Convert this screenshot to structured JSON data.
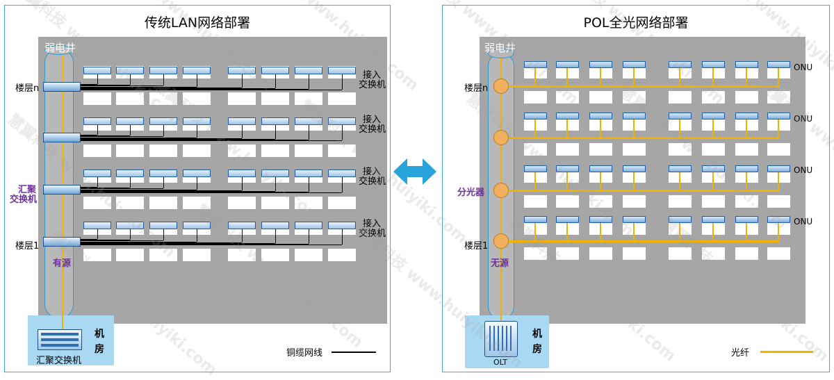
{
  "left": {
    "title": "传统LAN网络部署",
    "shaft_label": "弱电井",
    "floor_top": "楼层n",
    "floor_bottom": "楼层1",
    "aggregation_label": "汇聚\n交换机",
    "aggregation_line1": "汇聚",
    "aggregation_line2": "交换机",
    "power_label": "有源",
    "access_line1": "接入",
    "access_line2": "交换机",
    "room_line1": "机",
    "room_line2": "房",
    "room_device_label": "汇聚交换机",
    "legend_label": "铜缆网线"
  },
  "right": {
    "title": "POL全光网络部署",
    "shaft_label": "弱电井",
    "floor_top": "楼层n",
    "floor_bottom": "楼层1",
    "splitter_label": "分光器",
    "power_label": "无源",
    "onu_label": "ONU",
    "room_line1": "机",
    "room_line2": "房",
    "olt_label": "OLT",
    "legend_label": "光纤"
  },
  "watermark": "慧翼科技 www.huiyiki.com",
  "colors": {
    "panel_border": "#3fa9d6",
    "building": "#a6a6a6",
    "fiber": "#f2b300",
    "copper": "#000000",
    "highlight_text": "#7030a0",
    "arrow": "#29a3dc"
  }
}
